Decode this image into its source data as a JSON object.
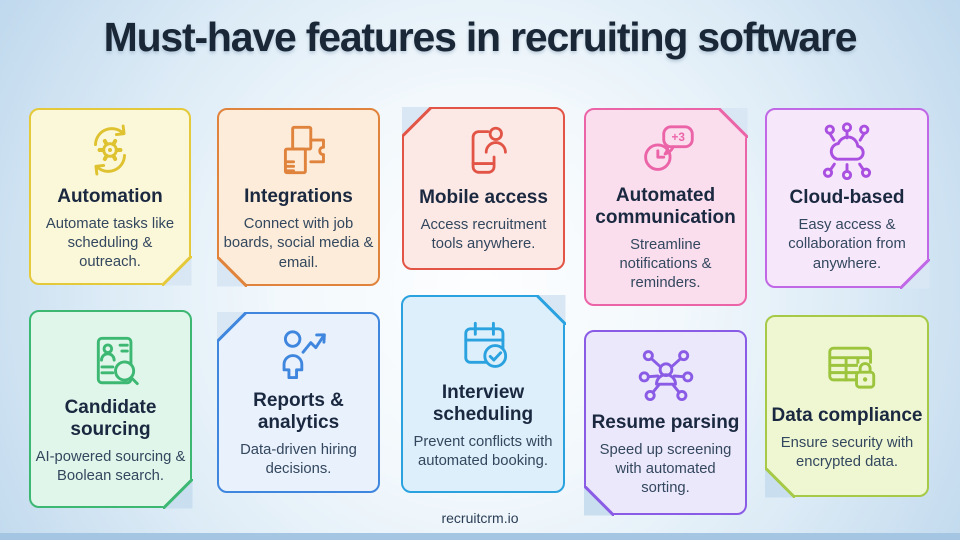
{
  "title": "Must-have features in recruiting software",
  "footer": {
    "brand": "recruitcrm.io"
  },
  "theme": {
    "background_center": "#fdfeff",
    "background_edge": "#aacde9",
    "bottom_strip": "#a4c6e3",
    "title_color": "#1a2736",
    "card_title_color": "#1a2840",
    "card_text_color": "#33475e"
  },
  "cards": [
    {
      "title": "Automation",
      "description": "Automate tasks like scheduling & outreach.",
      "icon": "sync-gear-icon",
      "border_color": "#e4c93b",
      "background_color": "#fbf7d9",
      "icon_color": "#dfc22f",
      "fold_corner": "bottom-right"
    },
    {
      "title": "Integrations",
      "description": "Connect with job boards, social media & email.",
      "icon": "puzzle-icon",
      "border_color": "#e0833d",
      "background_color": "#fcecd9",
      "icon_color": "#e0833d",
      "fold_corner": "bottom-left"
    },
    {
      "title": "Mobile access",
      "description": "Access recruitment tools anywhere.",
      "icon": "mobile-user-icon",
      "border_color": "#e25546",
      "background_color": "#fce9e6",
      "icon_color": "#e25546",
      "fold_corner": "top-left"
    },
    {
      "title": "Automated communication",
      "description": "Streamline notifications & reminders.",
      "icon": "clock-notification-icon",
      "icon_badge": "+3",
      "border_color": "#ec64a8",
      "background_color": "#fadeee",
      "icon_color": "#ec64a8",
      "fold_corner": "top-right"
    },
    {
      "title": "Cloud-based",
      "description": "Easy access & collaboration from anywhere.",
      "icon": "cloud-network-icon",
      "border_color": "#c068e6",
      "background_color": "#f6e7fb",
      "icon_color": "#aa50e0",
      "fold_corner": "bottom-right"
    },
    {
      "title": "Candidate sourcing",
      "description": "AI-powered sourcing & Boolean search.",
      "icon": "resume-search-icon",
      "border_color": "#3cb873",
      "background_color": "#e0f6ea",
      "icon_color": "#3cb873",
      "fold_corner": "bottom-right"
    },
    {
      "title": "Reports & analytics",
      "description": "Data-driven hiring decisions.",
      "icon": "person-growth-icon",
      "border_color": "#3f86de",
      "background_color": "#e9f1fc",
      "icon_color": "#3f86de",
      "fold_corner": "top-left"
    },
    {
      "title": "Interview scheduling",
      "description": "Prevent conflicts with automated booking.",
      "icon": "calendar-check-icon",
      "border_color": "#2ba2e0",
      "background_color": "#ddeffa",
      "icon_color": "#2ba2e0",
      "fold_corner": "top-right"
    },
    {
      "title": "Resume parsing",
      "description": "Speed up screening with automated sorting.",
      "icon": "parsing-network-icon",
      "border_color": "#8a5ce6",
      "background_color": "#ece8fb",
      "icon_color": "#8a5ce6",
      "fold_corner": "bottom-left"
    },
    {
      "title": "Data compliance",
      "description": "Ensure security with encrypted data.",
      "icon": "data-lock-icon",
      "border_color": "#a6ca48",
      "background_color": "#eff7d2",
      "icon_color": "#9cc43c",
      "fold_corner": "bottom-left"
    }
  ]
}
